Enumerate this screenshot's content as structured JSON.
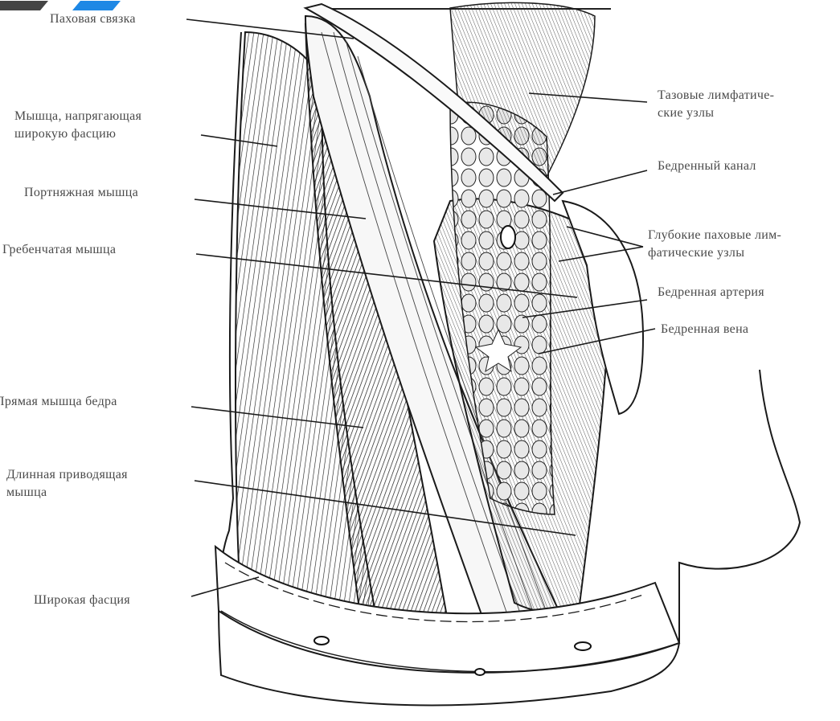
{
  "figure": {
    "labels_left": {
      "inguinal_ligament": "Паховая связка",
      "tensor_line1": "Мышца, напрягающая",
      "tensor_line2": "широкую фасцию",
      "sartorius": "Портняжная мышца",
      "pectineus": "Гребенчатая мышца",
      "rectus": "Прямая мышца бедра",
      "adductor_line1": "Длинная приводящая",
      "adductor_line2": "мышца",
      "fascia_lata": "Широкая фасция"
    },
    "labels_right": {
      "pelvic_nodes_line1": "Тазовые лимфатиче-",
      "pelvic_nodes_line2": "ские узлы",
      "femoral_canal": "Бедренный канал",
      "deep_nodes_line1": "Глубокие паховые лим-",
      "deep_nodes_line2": "фатические узлы",
      "femoral_artery": "Бедренная артерия",
      "femoral_vein": "Бедренная вена"
    }
  },
  "colors": {
    "ink": "#1a1a1a",
    "label": "#4a4a4a",
    "accent_blue": "#1e88e5",
    "accent_dark": "#444444"
  }
}
